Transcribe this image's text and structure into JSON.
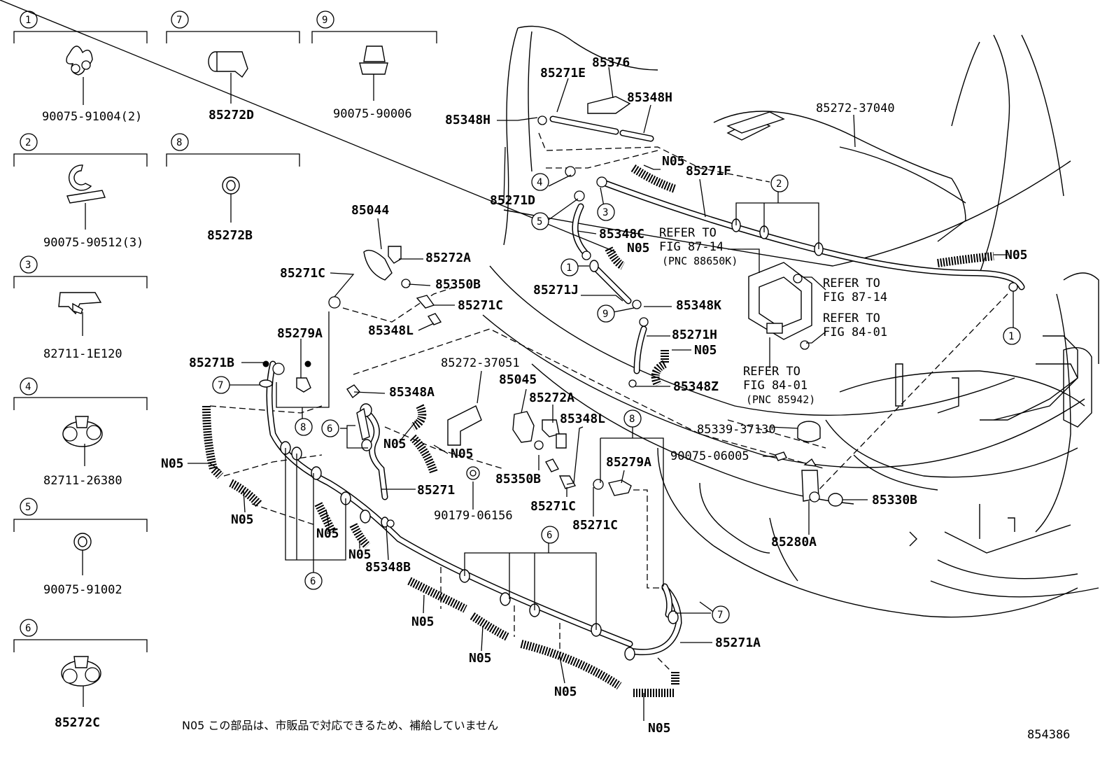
{
  "legend": [
    {
      "num": "1",
      "part": "90075-91004(2)"
    },
    {
      "num": "2",
      "part": "90075-90512(3)"
    },
    {
      "num": "3",
      "part": "82711-1E120"
    },
    {
      "num": "4",
      "part": "82711-26380"
    },
    {
      "num": "5",
      "part": "90075-91002"
    },
    {
      "num": "6",
      "part": "85272C"
    },
    {
      "num": "7",
      "part": "85272D"
    },
    {
      "num": "8",
      "part": "85272B"
    },
    {
      "num": "9",
      "part": "90075-90006"
    }
  ],
  "labels": {
    "l85376": "85376",
    "l85271E": "85271E",
    "l85348H_a": "85348H",
    "l85348H_b": "85348H",
    "l85272_37040": "85272-37040",
    "l85271F": "85271F",
    "l85271D": "85271D",
    "l85348C": "85348C",
    "l85271J": "85271J",
    "l85348K": "85348K",
    "l85271H": "85271H",
    "l85348Z": "85348Z",
    "l85044": "85044",
    "l85272A_a": "85272A",
    "l85350B_a": "85350B",
    "l85271C_a": "85271C",
    "l85348L_a": "85348L",
    "l85271C_b": "85271C",
    "l85279A_a": "85279A",
    "l85271B": "85271B",
    "l85272_37051": "85272-37051",
    "l85348A": "85348A",
    "l85045": "85045",
    "l85272A_b": "85272A",
    "l85348L_b": "85348L",
    "l85271": "85271",
    "l85350B_b": "85350B",
    "l90179": "90179-06156",
    "l85271C_c": "85271C",
    "l85271C_d": "85271C",
    "l85279A_b": "85279A",
    "l85348B": "85348B",
    "l85339": "85339-37130",
    "l90075_06005": "90075-06005",
    "l85330B": "85330B",
    "l85280A": "85280A",
    "l85271A": "85271A"
  },
  "n05": "N05",
  "refs": {
    "r1a": "REFER TO",
    "r1b": "FIG 87-14",
    "r1c": "(PNC 88650K)",
    "r2a": "REFER TO",
    "r2b": "FIG 87-14",
    "r3a": "REFER TO",
    "r3b": "FIG 84-01",
    "r4a": "REFER TO",
    "r4b": "FIG 84-01",
    "r4c": "(PNC 85942)"
  },
  "footnote": "N05 この部品は、市販品で対応できるため、補給していません",
  "figure_number": "854386"
}
